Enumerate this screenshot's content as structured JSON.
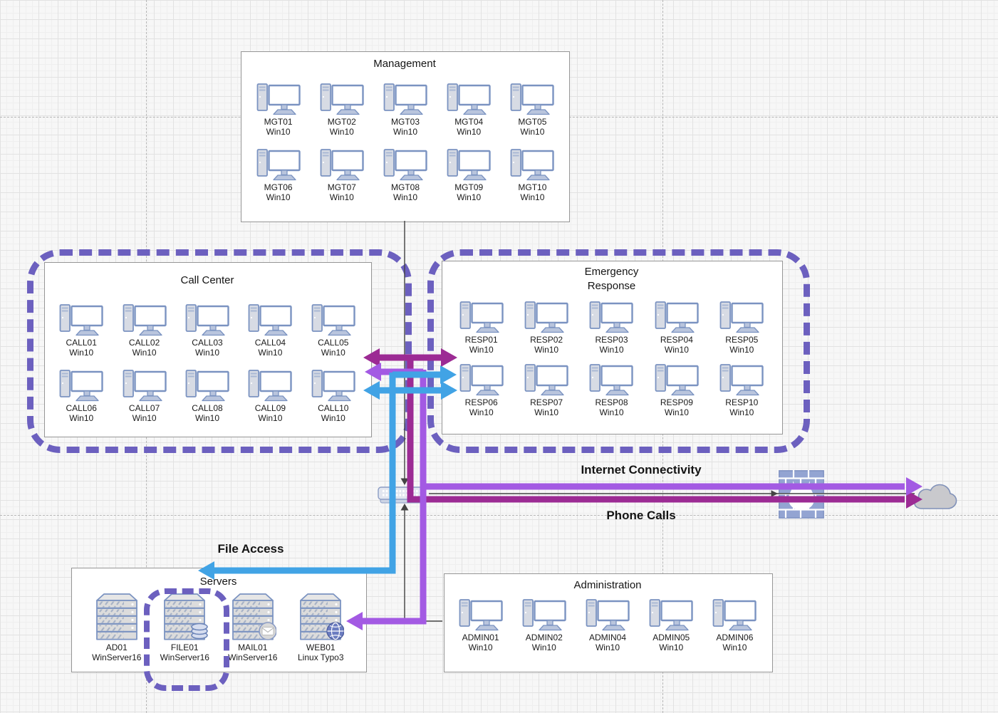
{
  "diagram": {
    "groups": {
      "management": {
        "title": "Management",
        "devices": [
          {
            "name": "MGT01",
            "os": "Win10"
          },
          {
            "name": "MGT02",
            "os": "Win10"
          },
          {
            "name": "MGT03",
            "os": "Win10"
          },
          {
            "name": "MGT04",
            "os": "Win10"
          },
          {
            "name": "MGT05",
            "os": "Win10"
          },
          {
            "name": "MGT06",
            "os": "Win10"
          },
          {
            "name": "MGT07",
            "os": "Win10"
          },
          {
            "name": "MGT08",
            "os": "Win10"
          },
          {
            "name": "MGT09",
            "os": "Win10"
          },
          {
            "name": "MGT10",
            "os": "Win10"
          }
        ]
      },
      "call_center": {
        "title": "Call Center",
        "devices": [
          {
            "name": "CALL01",
            "os": "Win10"
          },
          {
            "name": "CALL02",
            "os": "Win10"
          },
          {
            "name": "CALL03",
            "os": "Win10"
          },
          {
            "name": "CALL04",
            "os": "Win10"
          },
          {
            "name": "CALL05",
            "os": "Win10"
          },
          {
            "name": "CALL06",
            "os": "Win10"
          },
          {
            "name": "CALL07",
            "os": "Win10"
          },
          {
            "name": "CALL08",
            "os": "Win10"
          },
          {
            "name": "CALL09",
            "os": "Win10"
          },
          {
            "name": "CALL10",
            "os": "Win10"
          }
        ]
      },
      "emergency_response": {
        "title": "Emergency\nResponse",
        "devices": [
          {
            "name": "RESP01",
            "os": "Win10"
          },
          {
            "name": "RESP02",
            "os": "Win10"
          },
          {
            "name": "RESP03",
            "os": "Win10"
          },
          {
            "name": "RESP04",
            "os": "Win10"
          },
          {
            "name": "RESP05",
            "os": "Win10"
          },
          {
            "name": "RESP06",
            "os": "Win10"
          },
          {
            "name": "RESP07",
            "os": "Win10"
          },
          {
            "name": "RESP08",
            "os": "Win10"
          },
          {
            "name": "RESP09",
            "os": "Win10"
          },
          {
            "name": "RESP10",
            "os": "Win10"
          }
        ]
      },
      "servers": {
        "title": "Servers",
        "devices": [
          {
            "name": "AD01",
            "os": "WinServer16",
            "badge": "none"
          },
          {
            "name": "FILE01",
            "os": "WinServer16",
            "badge": "database",
            "highlighted": true
          },
          {
            "name": "MAIL01",
            "os": "WinServer16",
            "badge": "mail"
          },
          {
            "name": "WEB01",
            "os": "Linux Typo3",
            "badge": "globe"
          }
        ]
      },
      "administration": {
        "title": "Administration",
        "devices": [
          {
            "name": "ADMIN01",
            "os": "Win10"
          },
          {
            "name": "ADMIN02",
            "os": "Win10"
          },
          {
            "name": "ADMIN04",
            "os": "Win10"
          },
          {
            "name": "ADMIN05",
            "os": "Win10"
          },
          {
            "name": "ADMIN06",
            "os": "Win10"
          }
        ]
      }
    },
    "flows": {
      "internet": {
        "label": "Internet Connectivity",
        "color": "#a35ae3"
      },
      "phone": {
        "label": "Phone Calls",
        "color": "#9c2b94"
      },
      "file": {
        "label": "File Access",
        "color": "#41a3e5"
      }
    },
    "nodes": {
      "switch": "network-switch",
      "firewall": "firewall",
      "cloud": "internet-cloud"
    },
    "colors": {
      "group_highlight": "#6c60bf",
      "wire": "#444444"
    }
  }
}
